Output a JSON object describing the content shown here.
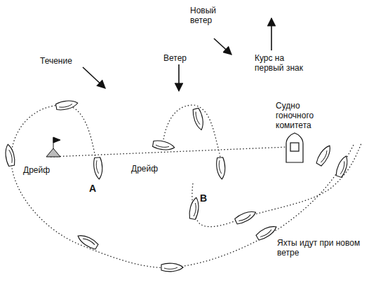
{
  "diagram": {
    "labels": [
      "Новый ветер",
      "Курс на первый знак",
      "Течение",
      "Ветер",
      "Судно гоночного комитета",
      "Дрейф",
      "Дрейф",
      "A",
      "B",
      "Яхты идут при новом ветре"
    ]
  }
}
